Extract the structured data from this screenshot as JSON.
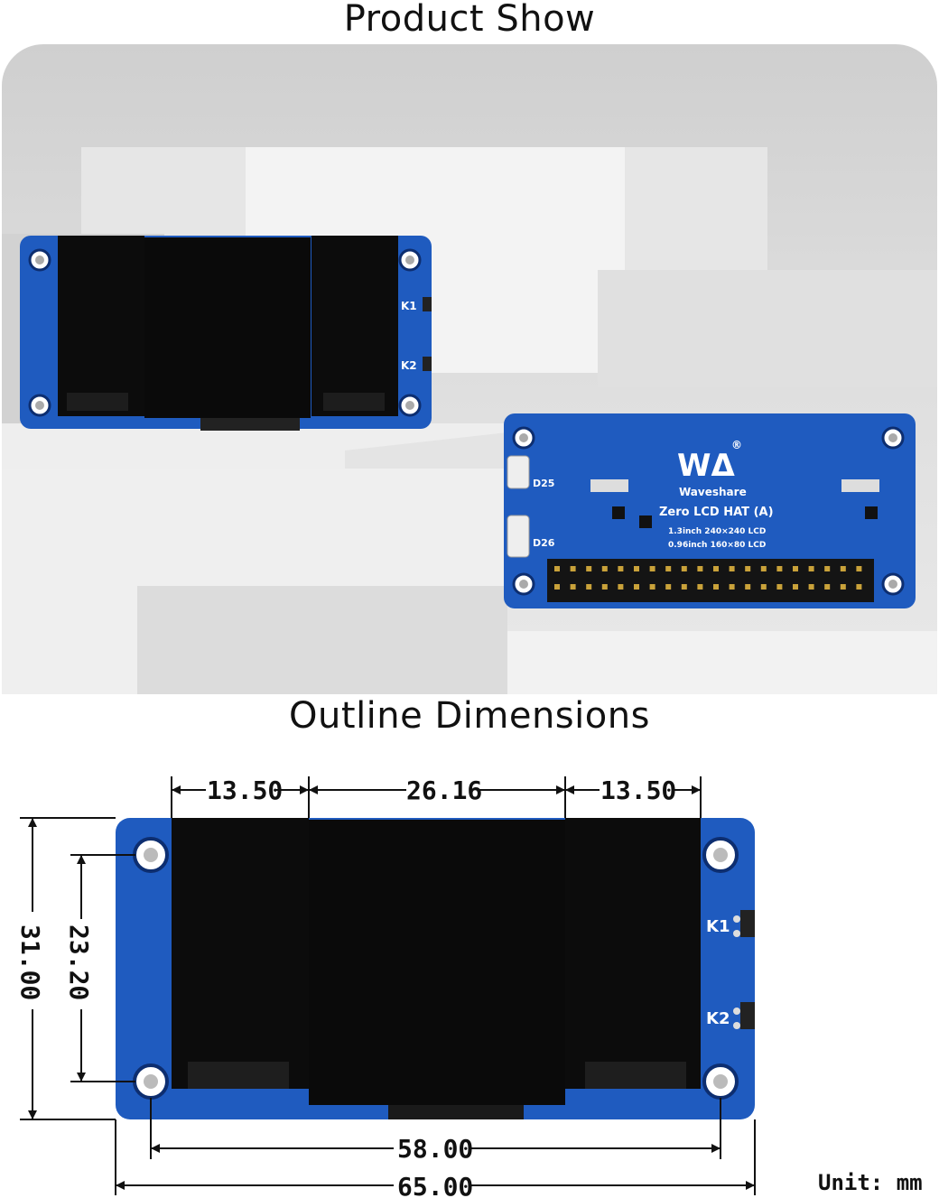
{
  "sections": {
    "product_show_title": "Product Show",
    "outline_title": "Outline Dimensions"
  },
  "board_front": {
    "key1_label": "K1",
    "key2_label": "K2"
  },
  "board_back": {
    "logo_mark": "WΔ",
    "registered_mark": "®",
    "brand": "Waveshare",
    "product_name": "Zero LCD HAT (A)",
    "spec_line1": "1.3inch 240×240 LCD",
    "spec_line2": "0.96inch 160×80 LCD",
    "led1_label": "D25",
    "led2_label": "D26"
  },
  "dimensions": {
    "left_screen_width": "13.50",
    "center_screen_width": "26.16",
    "right_screen_width": "13.50",
    "board_height": "31.00",
    "hole_spacing_vertical": "23.20",
    "hole_spacing_horizontal": "58.00",
    "board_width": "65.00",
    "unit_label": "Unit: mm",
    "key1_label": "K1",
    "key2_label": "K2"
  },
  "colors": {
    "pcb_blue": "#1f5bbf",
    "screen_black": "#0b0b0b",
    "background_gray": "#d9d9d9"
  }
}
